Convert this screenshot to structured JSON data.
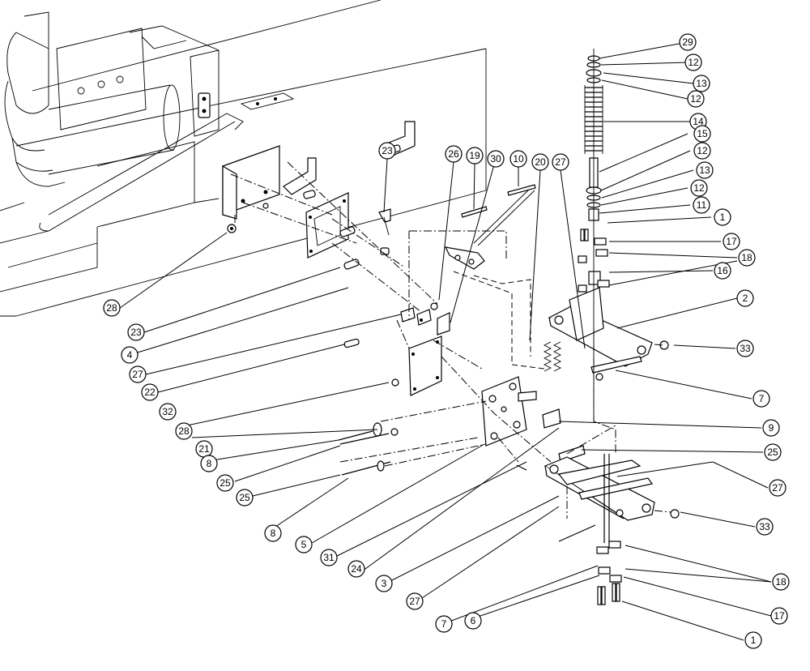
{
  "callouts": [
    {
      "id": "c-29a",
      "label": "29"
    },
    {
      "id": "c-12a",
      "label": "12"
    },
    {
      "id": "c-13a",
      "label": "13"
    },
    {
      "id": "c-12b",
      "label": "12"
    },
    {
      "id": "c-14",
      "label": "14"
    },
    {
      "id": "c-15",
      "label": "15"
    },
    {
      "id": "c-12c",
      "label": "12"
    },
    {
      "id": "c-13b",
      "label": "13"
    },
    {
      "id": "c-12d",
      "label": "12"
    },
    {
      "id": "c-11",
      "label": "11"
    },
    {
      "id": "c-1a",
      "label": "1"
    },
    {
      "id": "c-17a",
      "label": "17"
    },
    {
      "id": "c-18a",
      "label": "18"
    },
    {
      "id": "c-16",
      "label": "16"
    },
    {
      "id": "c-2",
      "label": "2"
    },
    {
      "id": "c-33a",
      "label": "33"
    },
    {
      "id": "c-7a",
      "label": "7"
    },
    {
      "id": "c-9",
      "label": "9"
    },
    {
      "id": "c-25a",
      "label": "25"
    },
    {
      "id": "c-27a",
      "label": "27"
    },
    {
      "id": "c-33b",
      "label": "33"
    },
    {
      "id": "c-18b",
      "label": "18"
    },
    {
      "id": "c-17b",
      "label": "17"
    },
    {
      "id": "c-1b",
      "label": "1"
    },
    {
      "id": "c-23a",
      "label": "23"
    },
    {
      "id": "c-26",
      "label": "26"
    },
    {
      "id": "c-19",
      "label": "19"
    },
    {
      "id": "c-30",
      "label": "30"
    },
    {
      "id": "c-10",
      "label": "10"
    },
    {
      "id": "c-20",
      "label": "20"
    },
    {
      "id": "c-27b",
      "label": "27"
    },
    {
      "id": "c-28a",
      "label": "28"
    },
    {
      "id": "c-23b",
      "label": "23"
    },
    {
      "id": "c-4",
      "label": "4"
    },
    {
      "id": "c-27c",
      "label": "27"
    },
    {
      "id": "c-22",
      "label": "22"
    },
    {
      "id": "c-32",
      "label": "32"
    },
    {
      "id": "c-28b",
      "label": "28"
    },
    {
      "id": "c-21",
      "label": "21"
    },
    {
      "id": "c-8a",
      "label": "8"
    },
    {
      "id": "c-25b",
      "label": "25"
    },
    {
      "id": "c-25c",
      "label": "25"
    },
    {
      "id": "c-8b",
      "label": "8"
    },
    {
      "id": "c-5",
      "label": "5"
    },
    {
      "id": "c-31",
      "label": "31"
    },
    {
      "id": "c-24",
      "label": "24"
    },
    {
      "id": "c-3",
      "label": "3"
    },
    {
      "id": "c-27d",
      "label": "27"
    },
    {
      "id": "c-7b",
      "label": "7"
    },
    {
      "id": "c-6",
      "label": "6"
    }
  ]
}
